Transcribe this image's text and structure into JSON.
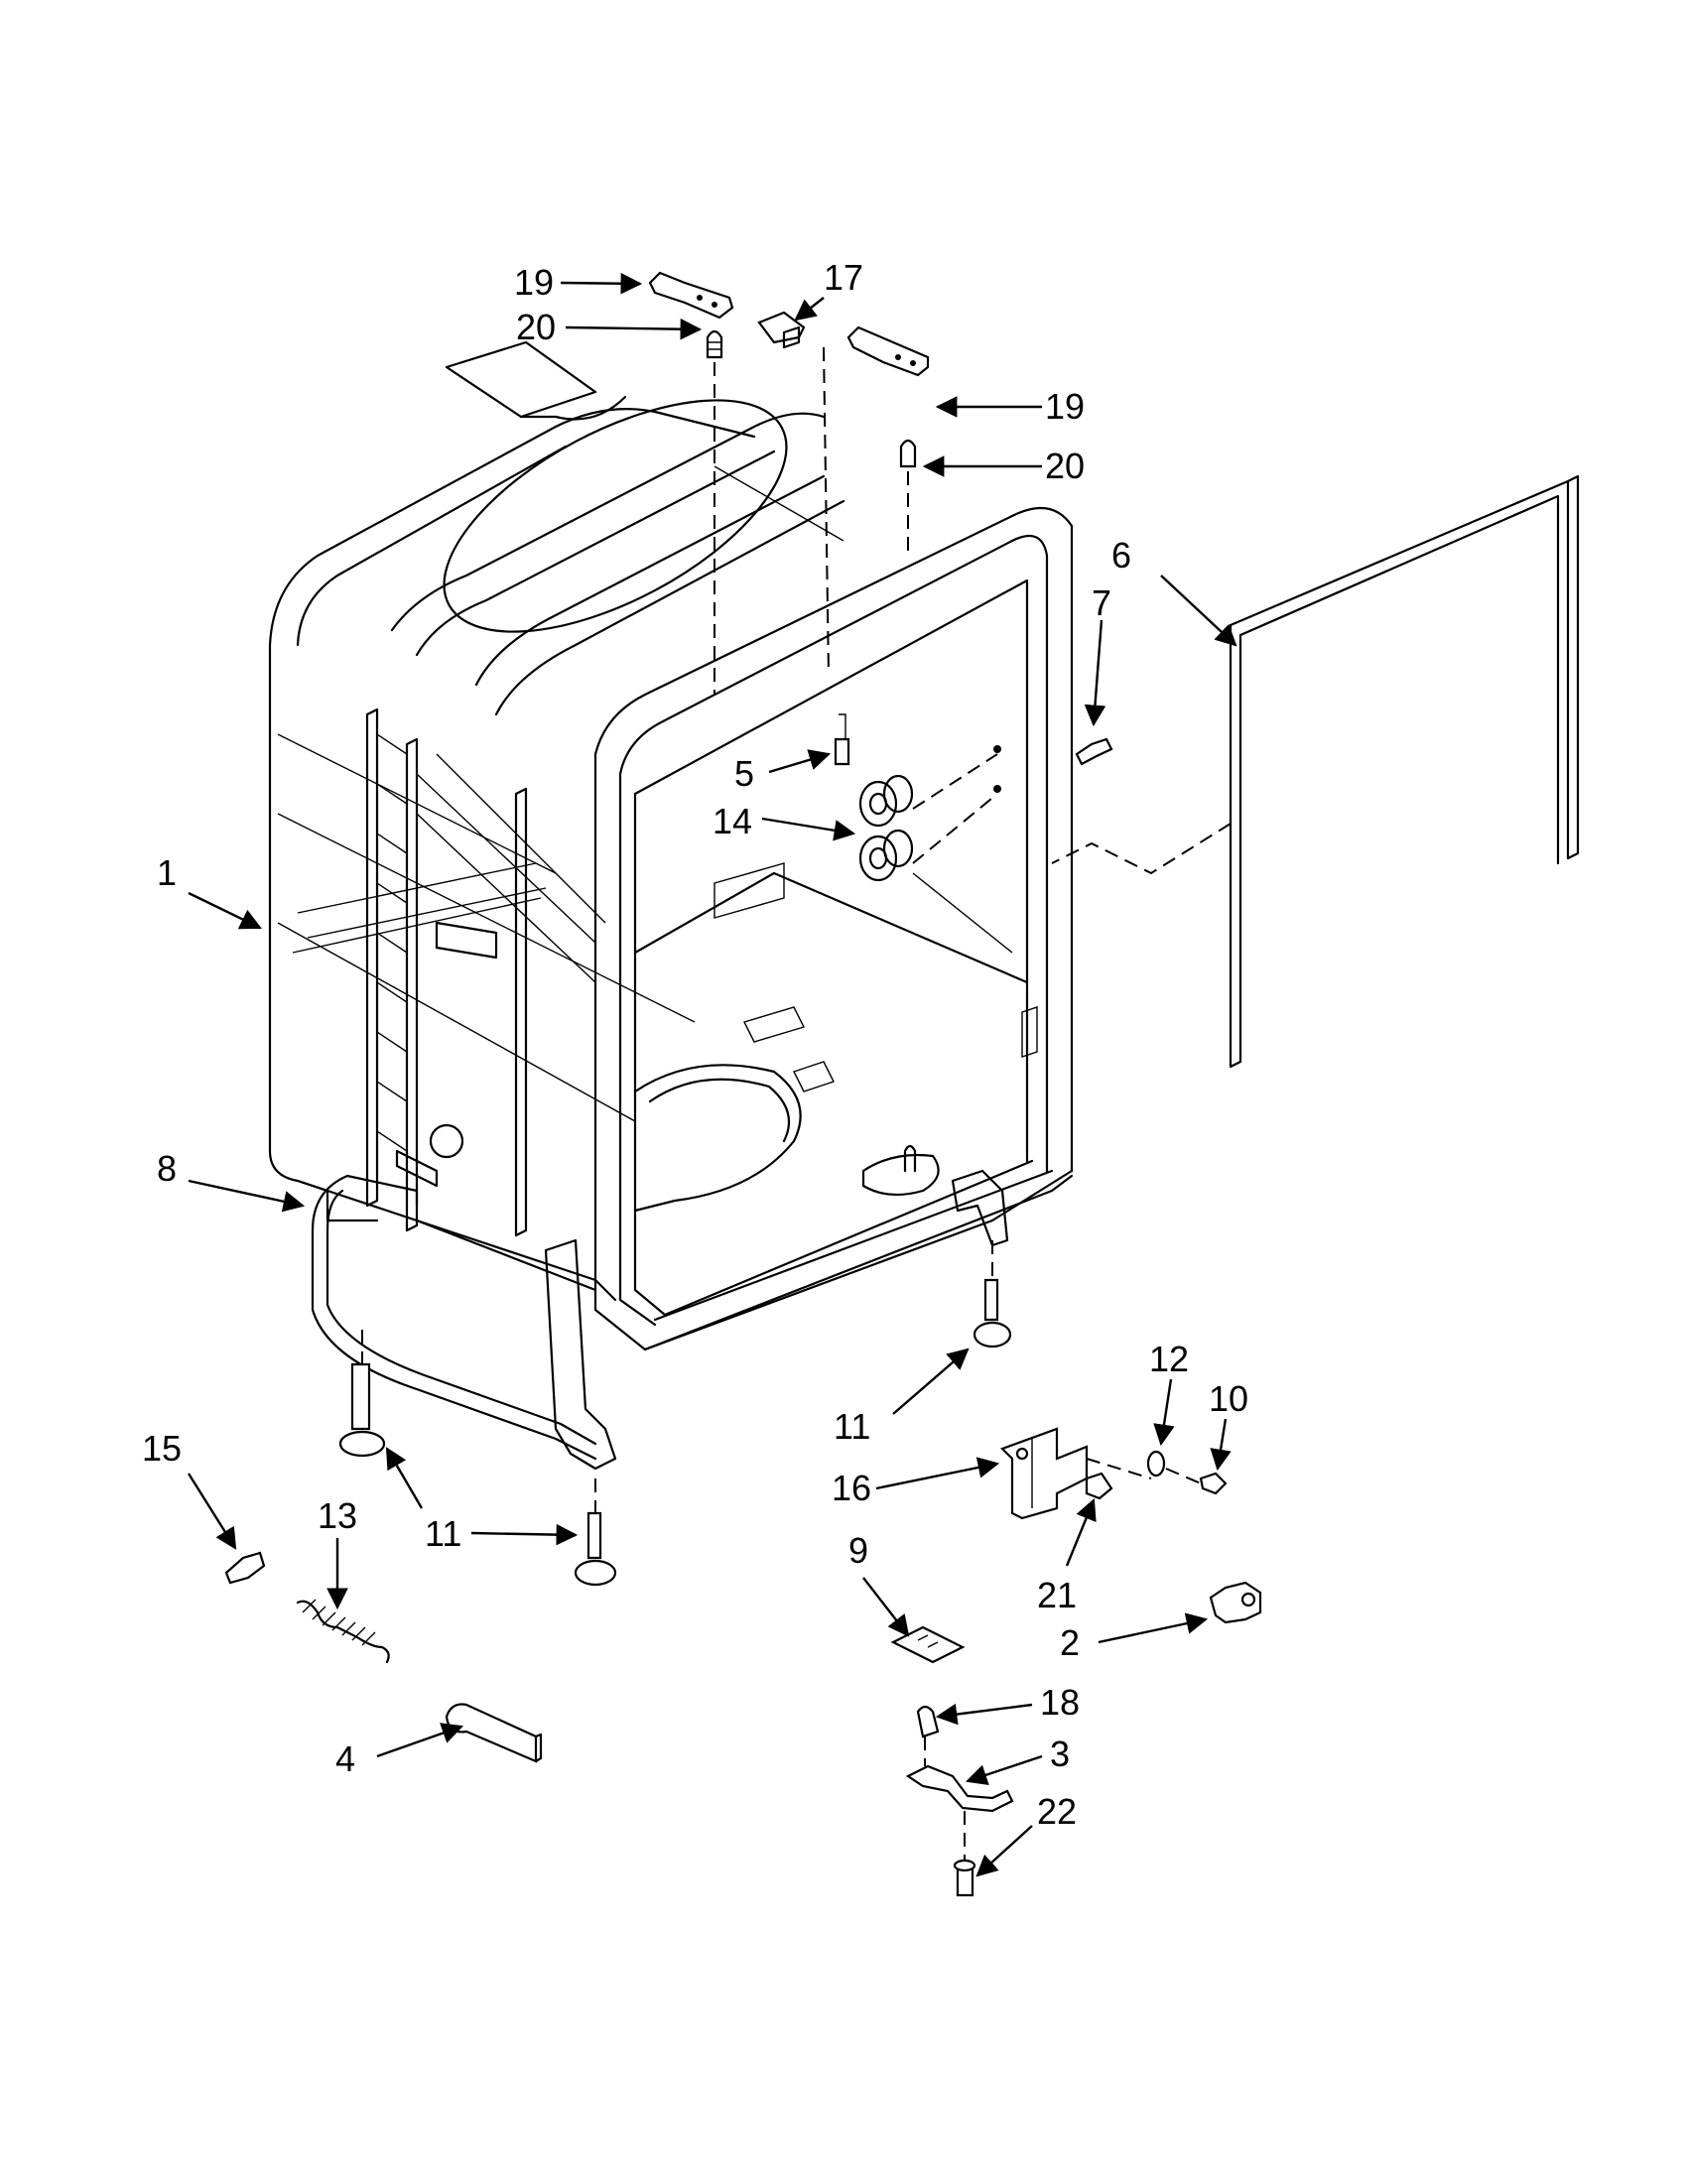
{
  "diagram": {
    "callouts": [
      "19",
      "17",
      "20",
      "19",
      "20",
      "6",
      "7",
      "5",
      "14",
      "1",
      "8",
      "11",
      "12",
      "10",
      "15",
      "13",
      "11",
      "16",
      "21",
      "9",
      "2",
      "18",
      "3",
      "22",
      "4"
    ]
  }
}
